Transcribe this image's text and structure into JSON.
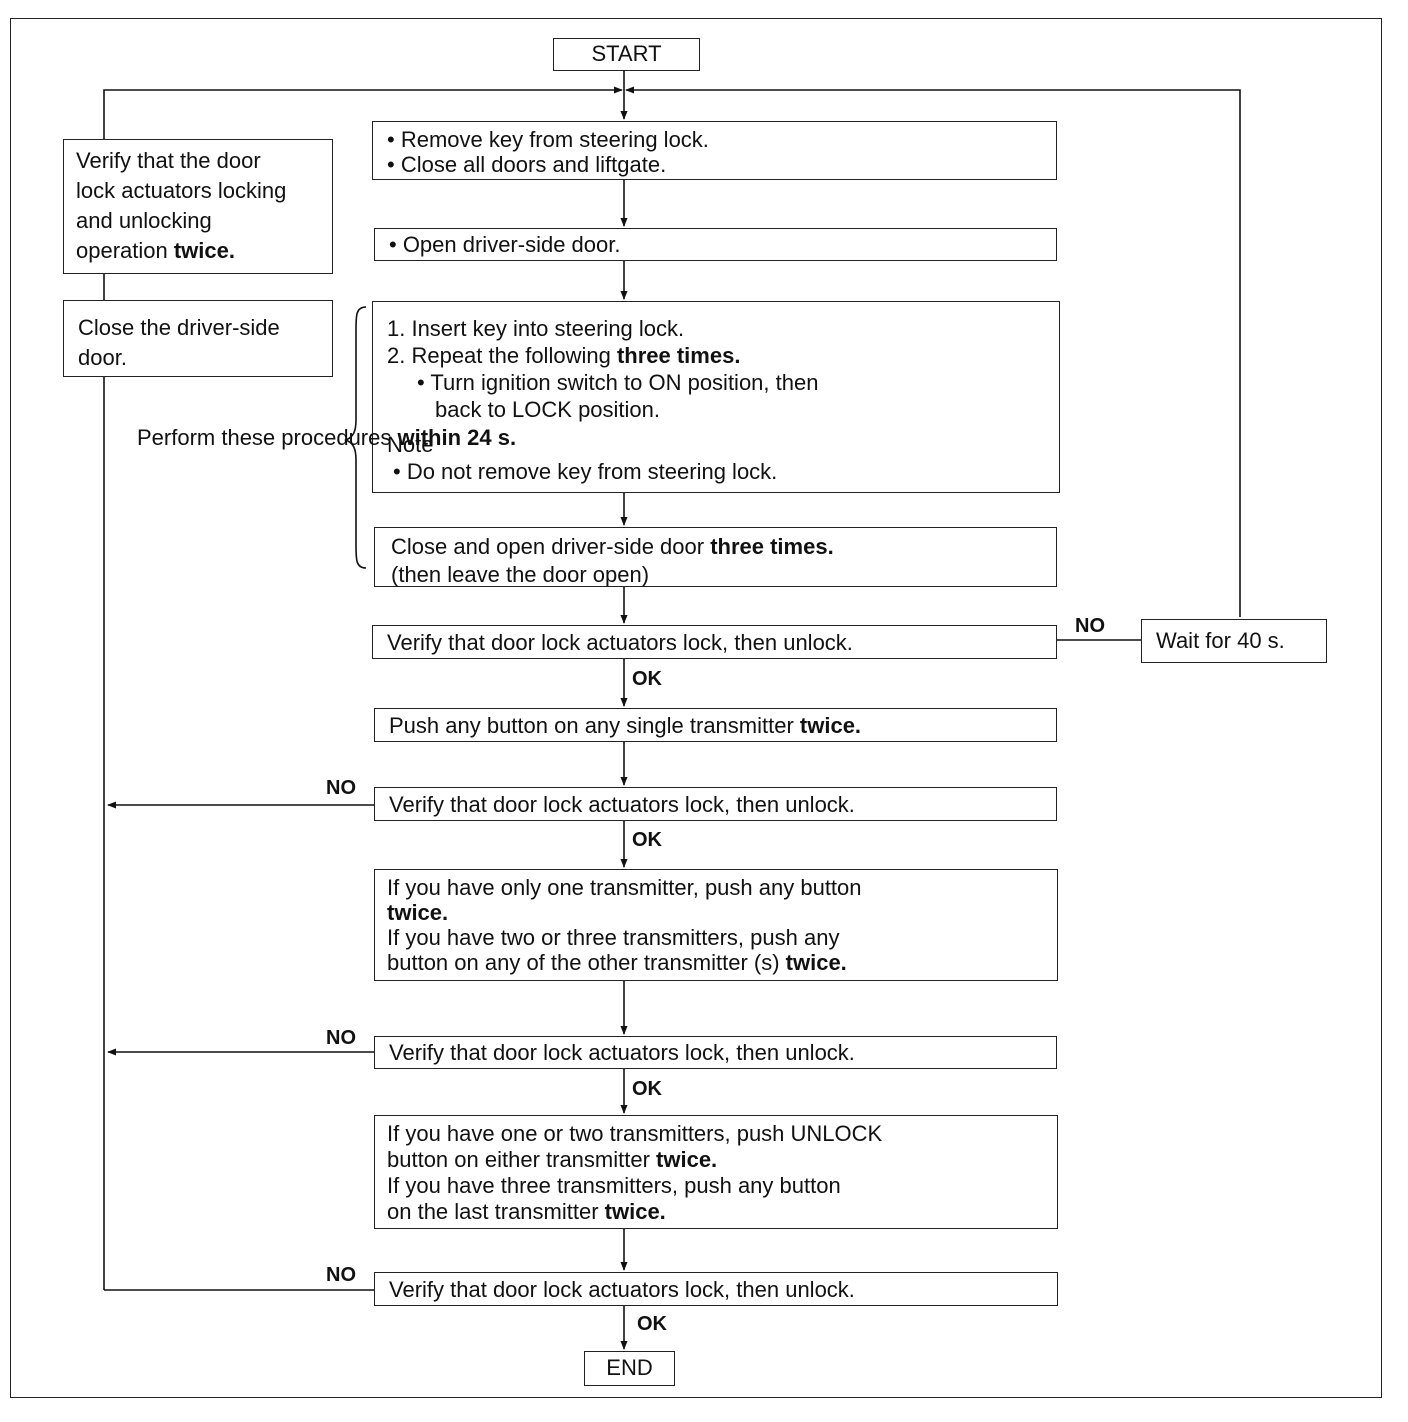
{
  "nodes": {
    "start": "START",
    "end": "END",
    "remove_key": [
      "• Remove key from steering lock.",
      "• Close all doors and liftgate."
    ],
    "open_door": "• Open driver-side door.",
    "insert_key": {
      "line1": "1. Insert key into steering lock.",
      "line2_pre": "2. Repeat the following ",
      "line2_bold": "three times.",
      "line3": "• Turn ignition switch to ON position, then",
      "line4": "back to LOCK position.",
      "note": "Note",
      "note_item": "• Do not remove key from steering lock."
    },
    "close_open": {
      "line1_pre": "Close and open driver-side door ",
      "line1_bold": "three times.",
      "line2": "(then leave the door open)"
    },
    "verify1": "Verify that door lock actuators lock, then unlock.",
    "wait": "Wait for 40 s.",
    "push1": {
      "pre": "Push any button on any single transmitter ",
      "bold": "twice."
    },
    "verify2": "Verify that door lock actuators lock, then unlock.",
    "push2": {
      "line1": "If you have only one transmitter, push any button",
      "line2_bold": "twice.",
      "line3": "If you have two or three transmitters, push any",
      "line4_pre": "button on any of the other transmitter (s) ",
      "line4_bold": "twice."
    },
    "verify3": "Verify that door lock actuators lock, then unlock.",
    "push3": {
      "line1": "If you have one or two transmitters, push UNLOCK",
      "line2_pre": "button on either transmitter ",
      "line2_bold": "twice.",
      "line3": "If you have three transmitters, push any button",
      "line4_pre": "on the last transmitter ",
      "line4_bold": "twice."
    },
    "verify4": "Verify that door lock actuators lock, then unlock.",
    "verify_actuators": {
      "line1": "Verify that the door",
      "line2": "lock actuators locking",
      "line3": "and unlocking",
      "line4_pre": "operation ",
      "line4_bold": "twice."
    },
    "close_door": [
      "Close the driver-side",
      "door."
    ]
  },
  "bracket_note": {
    "line1": "Perform these",
    "line2_pre": "procedures ",
    "line2_bold": "within",
    "line3_bold": "24 s."
  },
  "edge_labels": {
    "ok": "OK",
    "no": "NO"
  }
}
